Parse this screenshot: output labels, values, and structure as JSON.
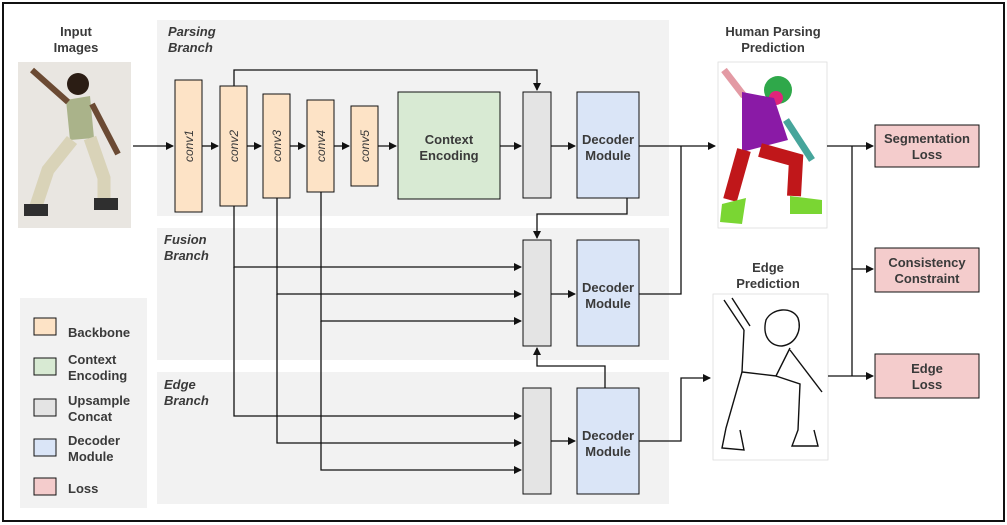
{
  "input": {
    "line1": "Input",
    "line2": "Images"
  },
  "branches": {
    "parsing": {
      "line1": "Parsing",
      "line2": "Branch"
    },
    "fusion": {
      "line1": "Fusion",
      "line2": "Branch"
    },
    "edge": {
      "line1": "Edge",
      "line2": "Branch"
    }
  },
  "backbone": [
    "conv1",
    "conv2",
    "conv3",
    "conv4",
    "conv5"
  ],
  "context_encoding": {
    "line1": "Context",
    "line2": "Encoding"
  },
  "decoder": {
    "line1": "Decoder",
    "line2": "Module"
  },
  "human_parsing_prediction": {
    "line1": "Human Parsing",
    "line2": "Prediction"
  },
  "edge_prediction": {
    "line1": "Edge",
    "line2": "Prediction"
  },
  "losses": {
    "segmentation": {
      "line1": "Segmentation",
      "line2": "Loss"
    },
    "consistency": {
      "line1": "Consistency",
      "line2": "Constraint"
    },
    "edge": {
      "line1": "Edge",
      "line2": "Loss"
    }
  },
  "legend": [
    {
      "key": "backbone",
      "line1": "Backbone",
      "line2": "",
      "color": "#fde3c6"
    },
    {
      "key": "context",
      "line1": "Context",
      "line2": "Encoding",
      "color": "#d8ead3"
    },
    {
      "key": "upsample",
      "line1": "Upsample",
      "line2": "Concat",
      "color": "#e4e4e4"
    },
    {
      "key": "decoder",
      "line1": "Decoder",
      "line2": "Module",
      "color": "#dae5f7"
    },
    {
      "key": "loss",
      "line1": "Loss",
      "line2": "",
      "color": "#f4cccc"
    }
  ],
  "colors": {
    "backbone": "#fde3c6",
    "context": "#d8ead3",
    "concat": "#e4e4e4",
    "decoder": "#dae5f7",
    "loss": "#f4cccc",
    "panel": "#f2f2f2"
  }
}
